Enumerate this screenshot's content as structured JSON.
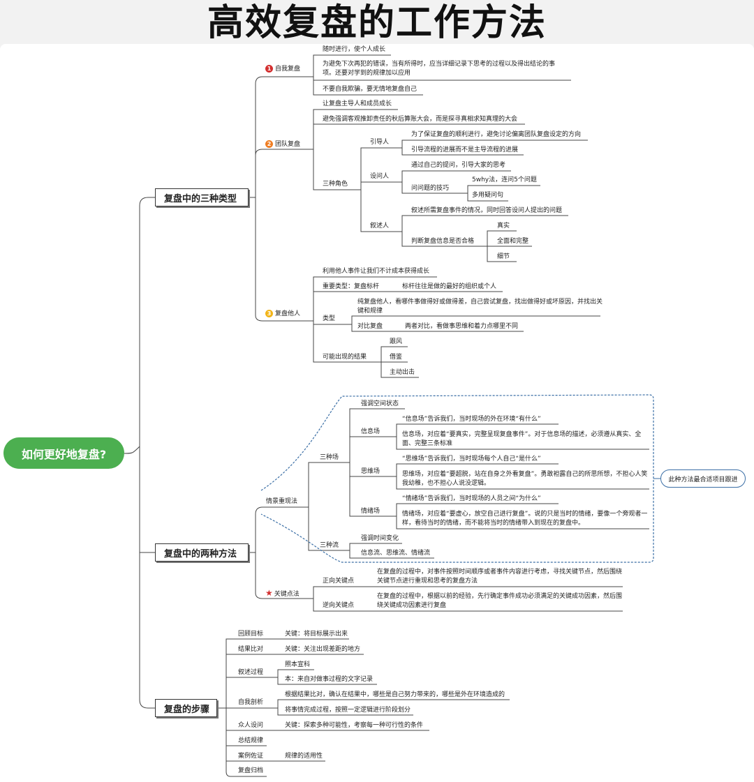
{
  "title": "高效复盘的工作方法",
  "root": "如何更好地复盘?",
  "main": {
    "types": "复盘中的三种类型",
    "methods": "复盘中的两种方法",
    "steps": "复盘的步骤"
  },
  "self": {
    "badge": "1",
    "label": "自我复盘",
    "items": [
      "随时进行，使个人成长",
      "为避免下次再犯的错误，当有所得时，应当详细记录下思考的过程以及得出结论的事项。还要对学到的规律加以应用",
      "不要自我欺骗，要无情地复盘自己"
    ]
  },
  "team": {
    "badge": "2",
    "label": "团队复盘",
    "items": [
      "让复盘主导人和成员成长",
      "避免强调客观推卸责任的秋后算账大会，而是探寻真相求知真理的大会"
    ],
    "roles_label": "三种角色",
    "guide": "引导人",
    "guide_items": [
      "为了保证复盘的顺利进行，避免讨论偏离团队复盘设定的方向",
      "引导流程的进展而不是主导流程的进展"
    ],
    "asker": "设问人",
    "asker_items": [
      "通过自己的提问，引导大家的思考"
    ],
    "asker_skill": "问问题的技巧",
    "asker_skill_items": [
      "5why法，连问5个问题",
      "多用疑问句"
    ],
    "narrator": "叙述人",
    "narrator_items": [
      "叙述所需复盘事件的情况，同时回答设问人提出的问题"
    ],
    "judge": "判断复盘信息是否合格",
    "judge_items": [
      "真实",
      "全面和完整",
      "细节"
    ]
  },
  "others": {
    "badge": "3",
    "label": "复盘他人",
    "item1": "利用他人事件让我们不计成本获得成长",
    "important": "重要类型：复盘标杆",
    "important_note": "标杆往往是做的最好的组织或个人",
    "type_label": "类型",
    "pure": "纯复盘他人，看哪件事做得好或做得差，自己尝试复盘，找出做得好或坏原因，并找出关键和规律",
    "compare": "对比复盘",
    "compare_note": "两者对比，看做事思维和着力点哪里不同",
    "result_label": "可能出现的结果",
    "results": [
      "跟风",
      "借鉴",
      "主动出击"
    ]
  },
  "scene": {
    "label": "情景重现法",
    "fields_label": "三种场",
    "space": "强调空间状态",
    "info": "信息场",
    "info_items": [
      "“信息场”告诉我们，当时现场的外在环境“有什么”",
      "信息场，对应着“要真实，完整呈现复盘事件”。对于信息场的描述，必须遵从真实、全面、完整三条标准"
    ],
    "think": "思维场",
    "think_items": [
      "“思维场”告诉我们，当时现场每个人自己“是什么”",
      "思维场，对应着“要超脱，站在自身之外看复盘”。勇敢袒露自己的所思所想，不担心人笑我幼稚，也不担心人说没逻辑。"
    ],
    "emotion": "情绪场",
    "emotion_items": [
      "“情绪场”告诉我们，当时现场的人员之间“为什么”",
      "情绪场，对应着“要虚心，放空自己进行复盘”。说的只是当时的情绪，要像一个旁观者一样，看待当时的情绪，而不能将当时的情绪带入到现在的复盘中。"
    ],
    "flows_label": "三种流",
    "flow_items": [
      "强调时间变化",
      "信息流、思维流、情绪流"
    ],
    "note": "此种方法最合适项目跟进"
  },
  "key": {
    "label": "关键点法",
    "forward": "正向关键点",
    "forward_text": "在复盘的过程中，对事件按照时间顺序或者事件内容进行考虑，寻找关键节点，然后围绕关键节点进行重现和思考的复盘方法",
    "backward": "逆向关键点",
    "backward_text": "在复盘的过程中，根据以前的经验，先行确定事件成功必须满足的关键成功因素，然后围绕关键成功因素进行复盘"
  },
  "steps": [
    {
      "name": "回顾目标",
      "items": [
        "关键：将目标展示出来"
      ]
    },
    {
      "name": "结果比对",
      "items": [
        "关键：关注出现差距的地方"
      ]
    },
    {
      "name": "叙述过程",
      "items": [
        "照本宣科",
        "本：来自对做事过程的文字记录"
      ]
    },
    {
      "name": "自我剖析",
      "items": [
        "根据结果比对，确认在结果中，哪些是自己努力带来的，哪些是外在环境造成的",
        "将事情完成过程，按照一定逻辑进行阶段划分"
      ]
    },
    {
      "name": "众人设问",
      "items": [
        "关键：探索多种可能性，考察每一种可行性的条件"
      ]
    },
    {
      "name": "总结规律",
      "items": []
    },
    {
      "name": "案例佐证",
      "items": [
        "规律的适用性"
      ]
    },
    {
      "name": "复盘归档",
      "items": []
    }
  ],
  "colors": {
    "root": "#4caf50",
    "badge1": "#d32f2f",
    "badge2": "#ef7d22",
    "badge3": "#f2b418",
    "dashed": "#3a6ea5"
  }
}
